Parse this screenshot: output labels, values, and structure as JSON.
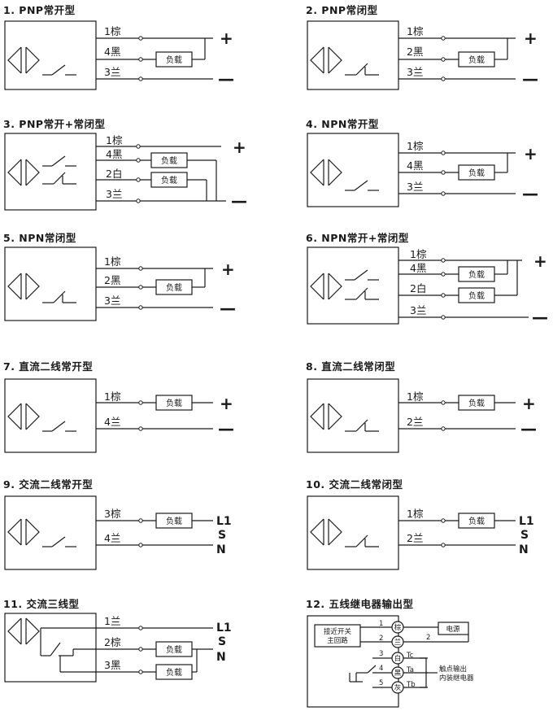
{
  "titles": {
    "d1": "1. PNP常开型",
    "d2": "2. PNP常闭型",
    "d3": "3. PNP常开+常闭型",
    "d4": "4. NPN常开型",
    "d5": "5. NPN常闭型",
    "d6": "6. NPN常开+常闭型",
    "d7": "7. 直流二线常开型",
    "d8": "8. 直流二线常闭型",
    "d9": "9. 交流二线常开型",
    "d10": "10. 交流二线常闭型",
    "d11": "11. 交流三线型",
    "d12": "12. 五线继电器输出型"
  },
  "wires": {
    "brown1": "1棕",
    "black4": "4黑",
    "blue3": "3兰",
    "black2": "2黑",
    "white2": "2白",
    "blue4": "4兰",
    "blue2": "2兰",
    "brown3": "3棕",
    "blue1": "1兰",
    "brown2": "2棕",
    "black3": "3黑"
  },
  "load": "负载",
  "plus": "+",
  "minus": "—",
  "ac": {
    "l1": "L1",
    "s": "S",
    "n": "N"
  },
  "relay": {
    "module": [
      "接近开关",
      "主回路"
    ],
    "power": "电源",
    "nums": [
      "1",
      "2",
      "2",
      "3",
      "4",
      "5"
    ],
    "colors": [
      "棕",
      "兰",
      "白",
      "黑",
      "灰"
    ],
    "contacts": [
      "Tc",
      "Ta",
      "Tb"
    ],
    "note": [
      "触点输出",
      "内装继电器"
    ]
  }
}
